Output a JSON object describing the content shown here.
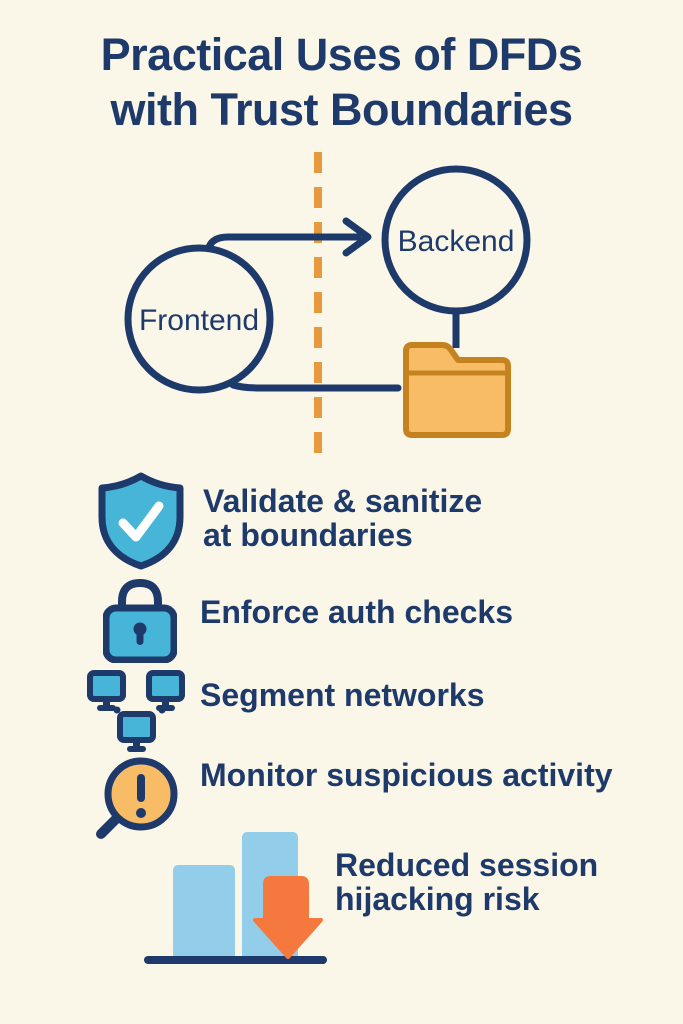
{
  "title": "Practical Uses of DFDs\nwith Trust Boundaries",
  "diagram": {
    "frontend_label": "Frontend",
    "backend_label": "Backend",
    "boundary": "vertical-dashed-trust-boundary",
    "data_store": "folder"
  },
  "practices": [
    {
      "icon": "shield-check-icon",
      "label": "Validate & sanitize\nat boundaries"
    },
    {
      "icon": "lock-icon",
      "label": "Enforce auth checks"
    },
    {
      "icon": "network-icon",
      "label": "Segment networks"
    },
    {
      "icon": "magnifier-alert-icon",
      "label": "Monitor suspicious activity"
    }
  ],
  "outcome": {
    "icon": "bar-chart-down-arrow-icon",
    "label": "Reduced session\nhijacking risk"
  },
  "colors": {
    "background": "#FAF7E9",
    "navy": "#1E3A6B",
    "teal": "#47B5D8",
    "light_blue": "#92CEE9",
    "orange": "#F5793E",
    "amber": "#F8BC66",
    "amber_border": "#C5831F",
    "boundary_dash": "#E9993D",
    "check_white": "#FFFFFF"
  }
}
